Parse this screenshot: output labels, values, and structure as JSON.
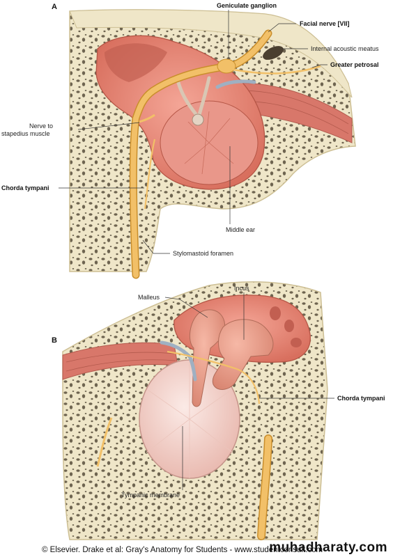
{
  "panels": {
    "a": "A",
    "b": "B"
  },
  "labels_a": {
    "geniculate_ganglion": "Geniculate ganglion",
    "facial_nerve": "Facial nerve [VII]",
    "internal_acoustic_meatus": "Internal acoustic meatus",
    "greater_petrosal": "Greater petrosal",
    "nerve_to_stapedius_line1": "Nerve to",
    "nerve_to_stapedius_line2": "stapedius muscle",
    "chorda_tympani": "Chorda tympani",
    "middle_ear": "Middle ear",
    "stylomastoid_foramen": "Stylomastoid foramen"
  },
  "labels_b": {
    "incus": "Incus",
    "malleus": "Malleus",
    "chorda_tympani": "Chorda tympani",
    "tympanic_membrane": "Tympanic membrane"
  },
  "footer": {
    "credit": "© Elsevier. Drake et al: Gray's Anatomy for Students - www.studentconsult.com",
    "watermark": "muhadharaty.com"
  },
  "colors": {
    "bone": "#efe6c8",
    "bone_edge": "#cdbf94",
    "cavity": "#e98b7a",
    "cavity_dark": "#cf6a5a",
    "nerve": "#f2c068",
    "nerve_edge": "#c98e2c",
    "membrane": "#f3d3cc"
  }
}
